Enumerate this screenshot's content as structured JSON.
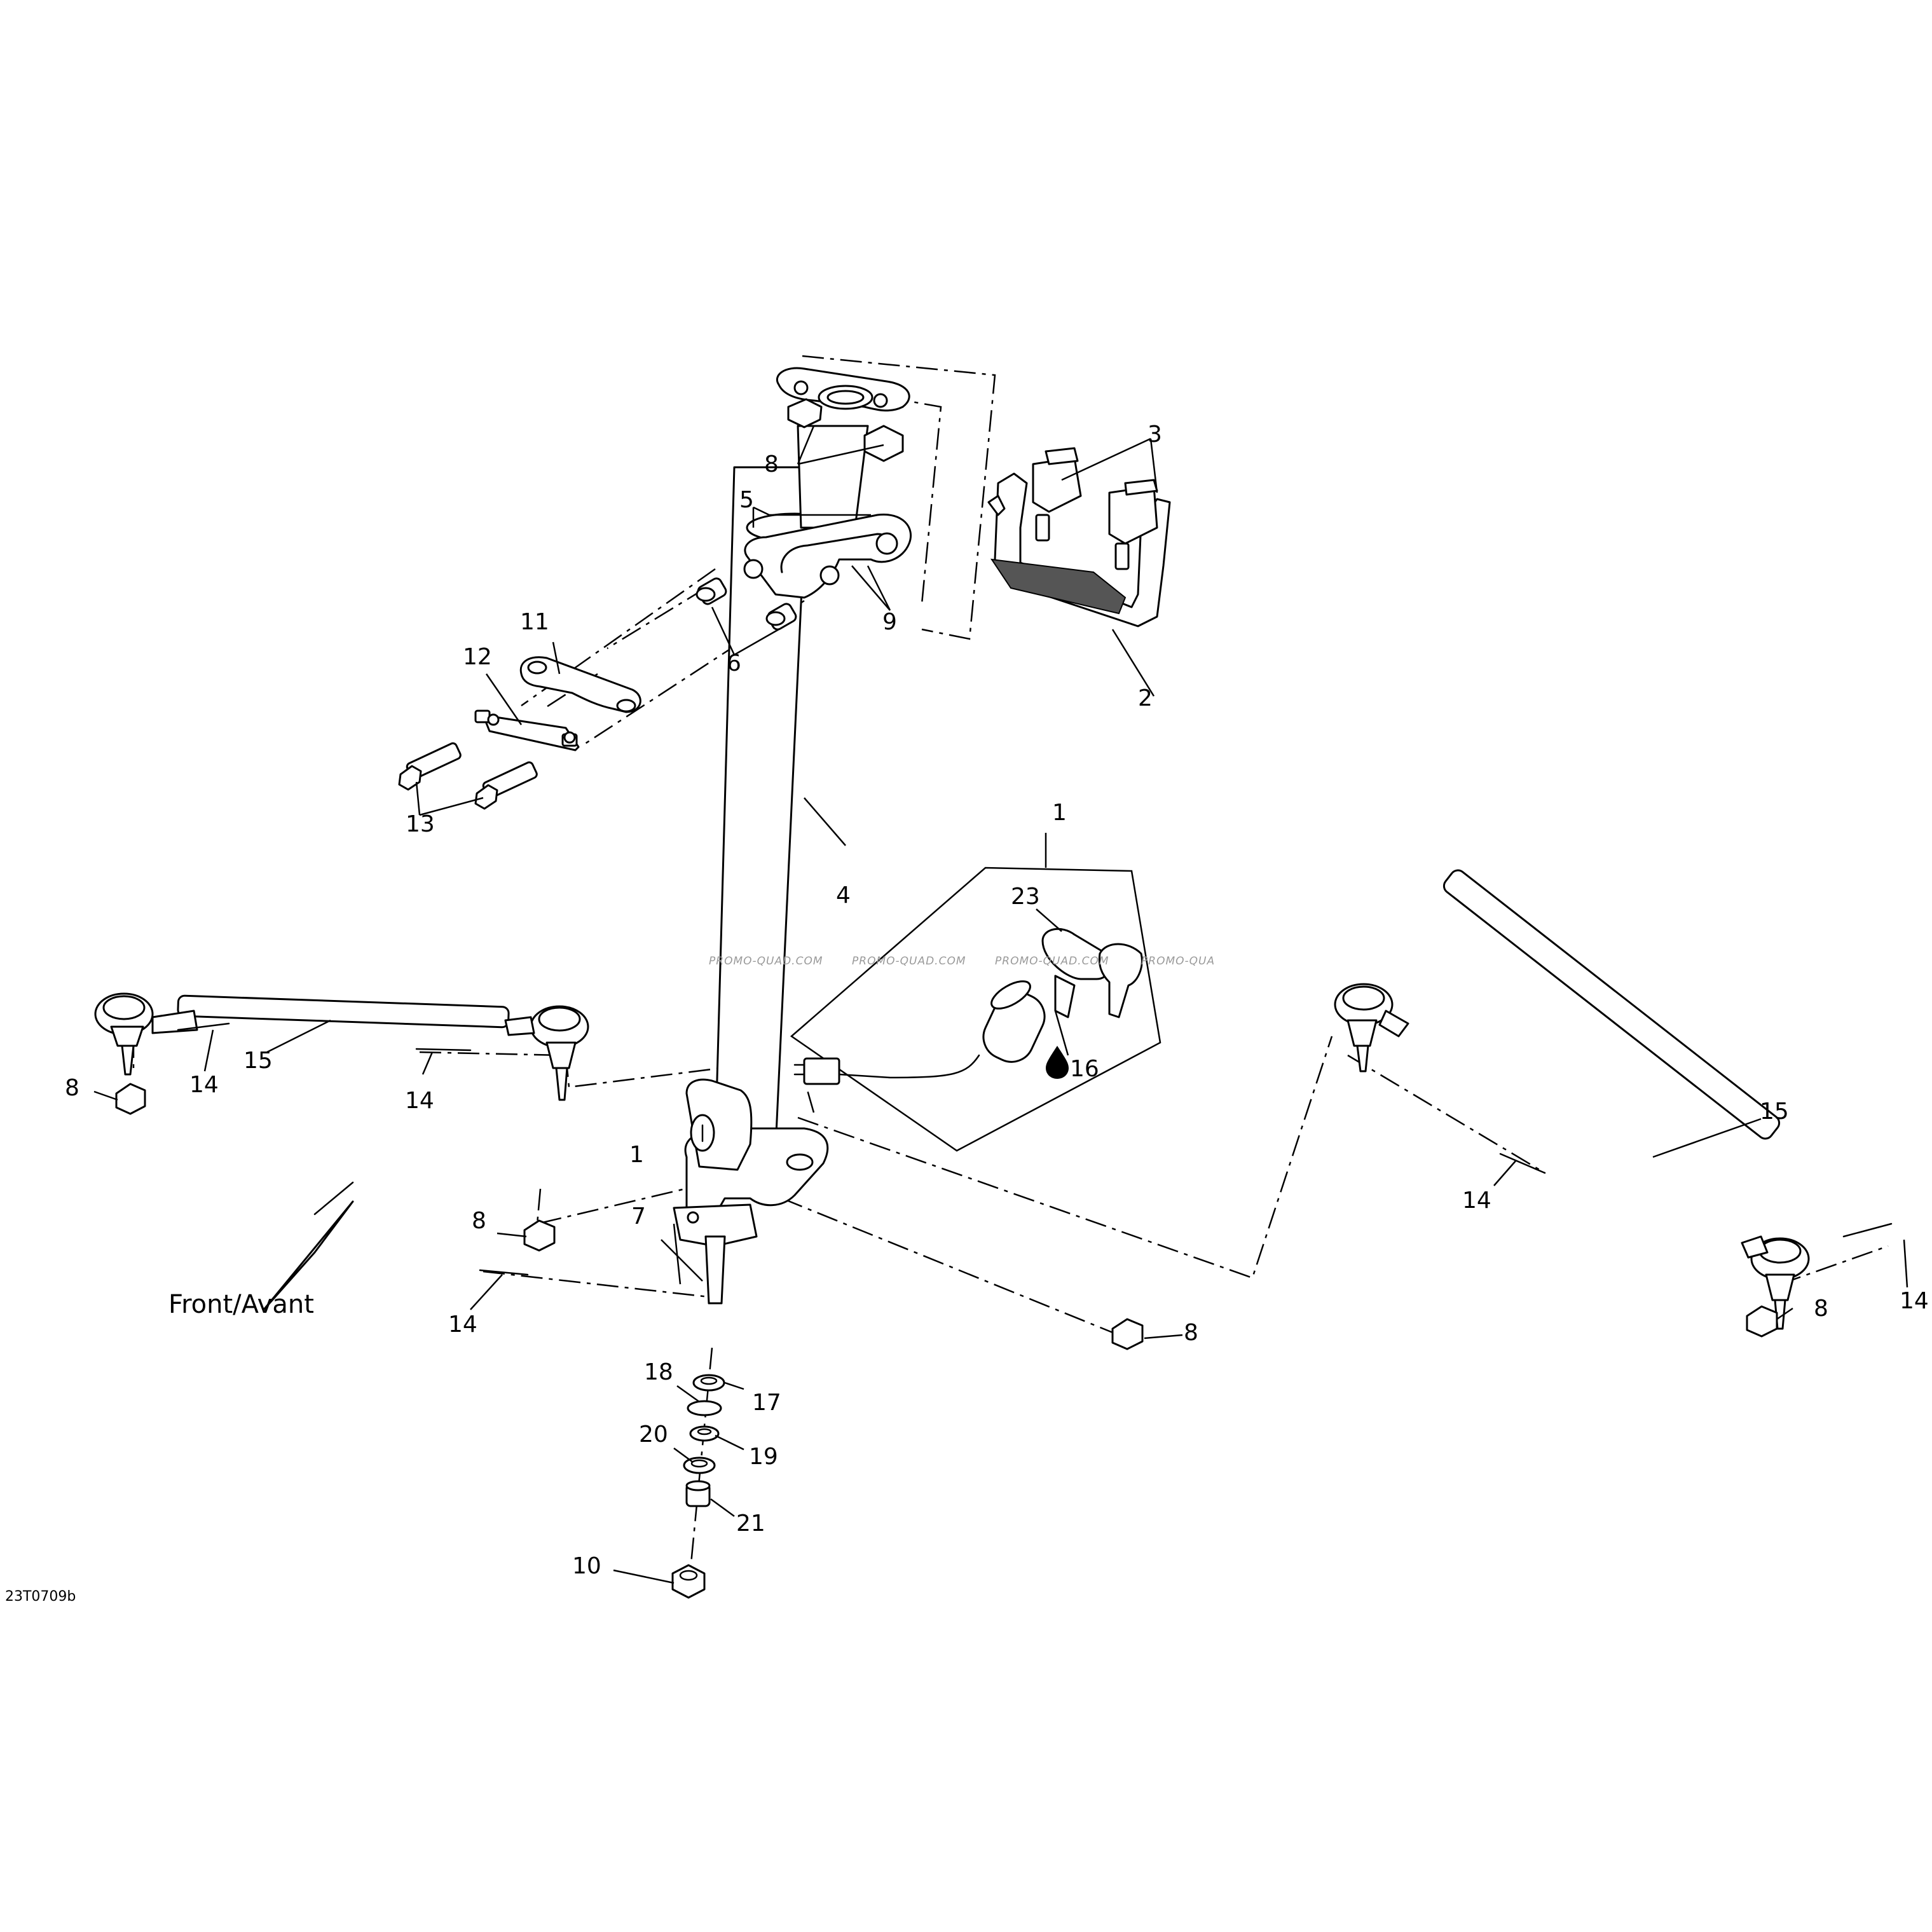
{
  "diagram": {
    "reference_code": "23T0709b",
    "front_label": "Front/Avant",
    "watermark": [
      "PROMO-QUAD.COM",
      "PROMO-QUAD.COM",
      "PROMO-QUAD.COM",
      "PROMO-QUA"
    ],
    "callouts": {
      "c1_top": "1",
      "c1_lock": "1",
      "c2": "2",
      "c3": "3",
      "c4": "4",
      "c5": "5",
      "c6": "6",
      "c7": "7",
      "c8_top": "8",
      "c8_left": "8",
      "c8_center": "8",
      "c8_mid": "8",
      "c8_right": "8",
      "c9": "9",
      "c10": "10",
      "c11": "11",
      "c12": "12",
      "c13": "13",
      "c14_a": "14",
      "c14_b": "14",
      "c14_c": "14",
      "c14_d": "14",
      "c14_e": "14",
      "c15_left": "15",
      "c15_right": "15",
      "c16": "16",
      "c17": "17",
      "c18": "18",
      "c19": "19",
      "c20": "20",
      "c21": "21",
      "c23": "23"
    }
  }
}
